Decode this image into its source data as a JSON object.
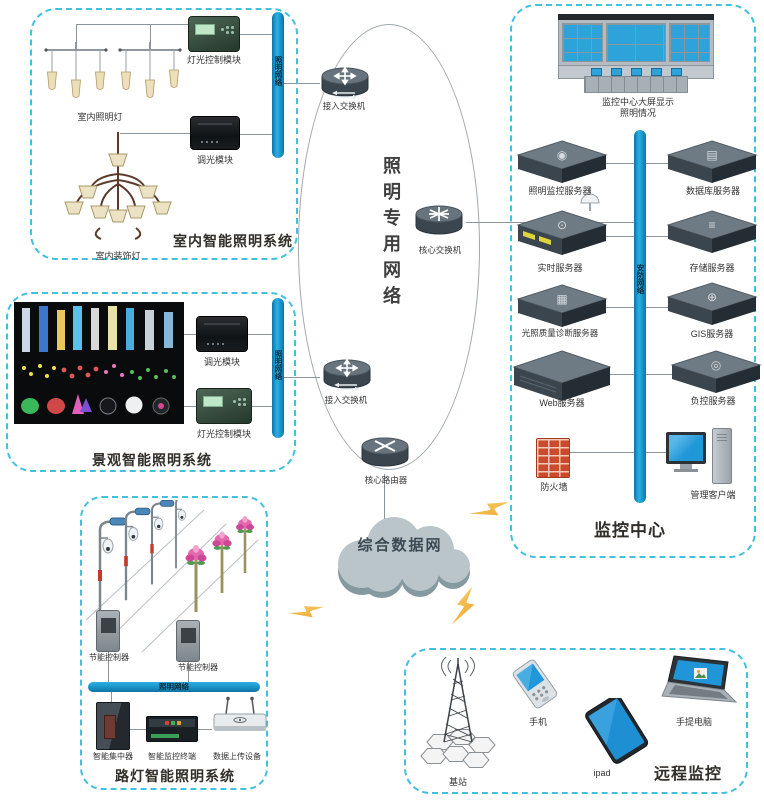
{
  "network": {
    "ellipse_label": "照明专用网络",
    "access_switch_top": "接入交换机",
    "access_switch_bottom": "接入交换机",
    "core_switch": "核心交换机",
    "core_router": "核心路由器",
    "cloud_label": "综合数据网"
  },
  "boxes": {
    "indoor": {
      "title": "室内智能照明系统",
      "bus_label": "照明网络",
      "labels": {
        "light_control_module": "灯光控制模块",
        "indoor_lamps": "室内照明灯",
        "dimmer_module": "调光模块",
        "decor_lamp": "室内装饰灯"
      }
    },
    "landscape": {
      "title": "景观智能照明系统",
      "bus_label": "照明网络",
      "labels": {
        "dimmer_module": "调光模块",
        "light_control_module": "灯光控制模块"
      }
    },
    "street": {
      "title": "路灯智能照明系统",
      "bus_label": "照明网络",
      "labels": {
        "saver_left": "节能控制器",
        "saver_right": "节能控制器",
        "concentrator": "智能集中器",
        "terminal": "智能监控终端",
        "uploader": "数据上传设备"
      }
    },
    "monitor": {
      "title": "监控中心",
      "bus_label": "安防网络",
      "wall_caption_line1": "监控中心大屏显示",
      "wall_caption_line2": "照明情况",
      "servers_left": [
        "照明监控服务器",
        "实时服务器",
        "光照质量诊断服务器",
        "Web服务器",
        "防火墙"
      ],
      "servers_right": [
        "数据库服务器",
        "存储服务器",
        "GIS服务器",
        "负控服务器",
        "管理客户端"
      ]
    },
    "remote": {
      "title": "远程监控",
      "labels": {
        "base_station": "基站",
        "phone": "手机",
        "tablet": "ipad",
        "laptop": "手提电脑"
      }
    }
  },
  "icons": {
    "monitor_server_glyph": "◉",
    "database_server_glyph": "▤",
    "realtime_server_glyph": "⊙",
    "storage_server_glyph": "≡",
    "diagnosis_server_glyph": "▦",
    "gis_server_glyph": "⊕",
    "load_server_glyph": "◎"
  },
  "colors": {
    "box_border": "#41c1de",
    "bus_bar": "#1ba6dc",
    "lightning": "#f2a93b",
    "screen_blue": "#2097d8"
  }
}
